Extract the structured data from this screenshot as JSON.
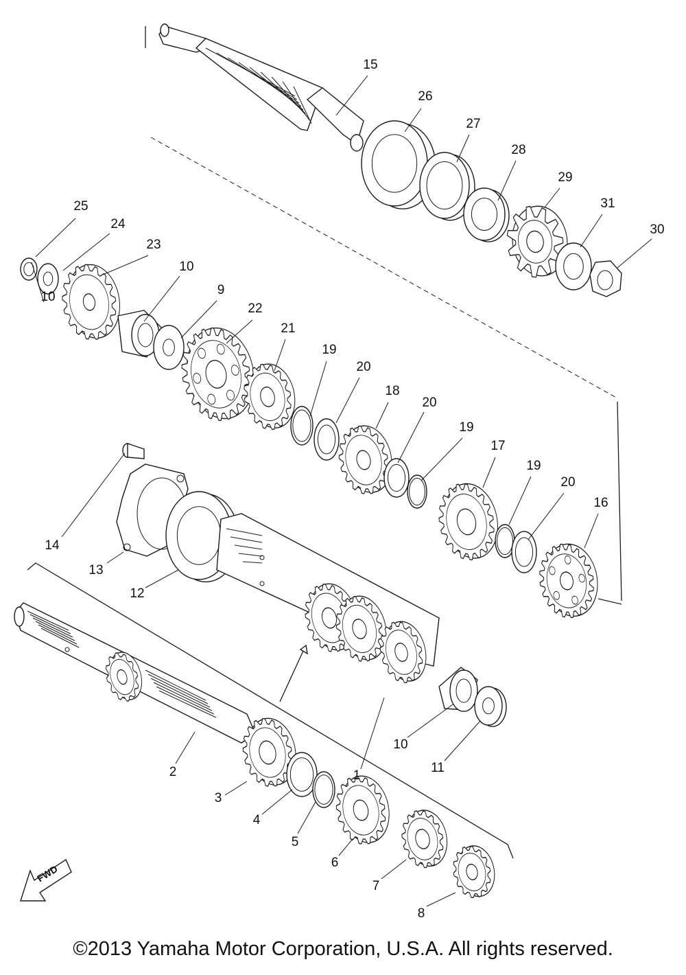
{
  "diagram": {
    "callouts": [
      "1",
      "2",
      "3",
      "4",
      "5",
      "6",
      "7",
      "8",
      "9",
      "10",
      "10",
      "10",
      "11",
      "12",
      "13",
      "14",
      "15",
      "16",
      "17",
      "18",
      "19",
      "19",
      "19",
      "20",
      "20",
      "20",
      "21",
      "22",
      "23",
      "24",
      "25",
      "26",
      "27",
      "28",
      "29",
      "30",
      "31"
    ],
    "fwd_label": "FWD"
  },
  "copyright": "©2013 Yamaha Motor Corporation, U.S.A. All rights reserved."
}
